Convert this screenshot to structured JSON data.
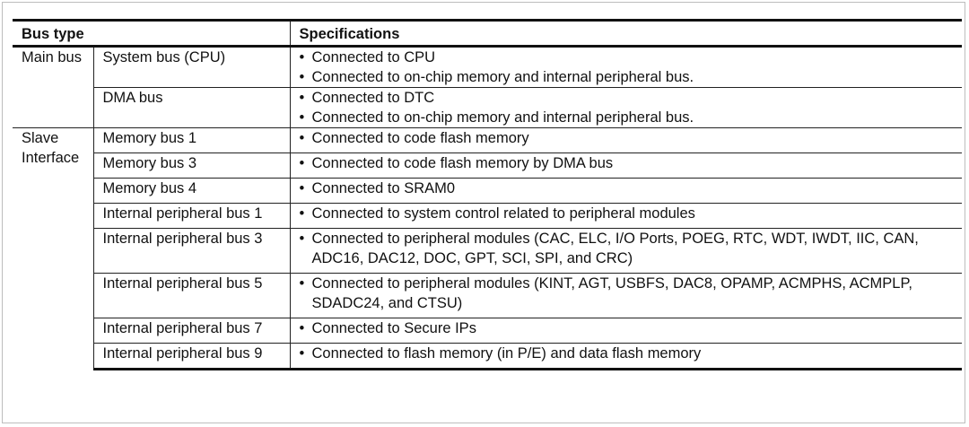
{
  "table": {
    "header": {
      "bus_type": "Bus type",
      "specifications": "Specifications"
    },
    "bullet": "•",
    "groups": [
      {
        "name": "Main bus",
        "rows": [
          {
            "bus": "System bus (CPU)",
            "items": [
              "Connected to CPU",
              "Connected to on-chip memory and internal peripheral bus."
            ]
          },
          {
            "bus": "DMA bus",
            "items": [
              "Connected to DTC",
              "Connected to on-chip memory and internal peripheral bus."
            ]
          }
        ]
      },
      {
        "name": "Slave Interface",
        "rows": [
          {
            "bus": "Memory bus 1",
            "items": [
              "Connected to code flash memory"
            ]
          },
          {
            "bus": "Memory bus 3",
            "items": [
              "Connected to code flash memory by DMA bus"
            ]
          },
          {
            "bus": "Memory bus 4",
            "items": [
              "Connected to SRAM0"
            ]
          },
          {
            "bus": "Internal peripheral bus 1",
            "items": [
              "Connected to system control related to peripheral modules"
            ]
          },
          {
            "bus": "Internal peripheral bus 3",
            "items": [
              "Connected to peripheral modules (CAC, ELC, I/O Ports, POEG, RTC, WDT, IWDT, IIC, CAN, ADC16, DAC12, DOC, GPT, SCI, SPI, and CRC)"
            ]
          },
          {
            "bus": "Internal peripheral bus 5",
            "items": [
              "Connected to peripheral modules (KINT, AGT, USBFS, DAC8, OPAMP, ACMPHS, ACMPLP, SDADC24, and CTSU)"
            ]
          },
          {
            "bus": "Internal peripheral bus 7",
            "items": [
              "Connected to Secure IPs"
            ]
          },
          {
            "bus": "Internal peripheral bus 9",
            "items": [
              "Connected to flash memory (in P/E) and data flash memory"
            ]
          }
        ]
      }
    ]
  }
}
